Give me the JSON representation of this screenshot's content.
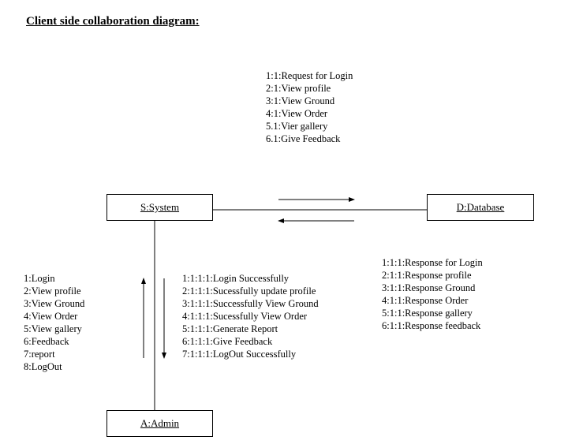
{
  "title": "Client side collaboration diagram:",
  "objects": {
    "system": "S:System",
    "database": "D:Database",
    "admin": "A:Admin"
  },
  "messages": {
    "system_to_database": [
      "1:1:Request for Login",
      "2:1:View profile",
      "3:1:View Ground",
      "4:1:View Order",
      "5.1:Vier gallery",
      "6.1:Give Feedback"
    ],
    "database_to_system": [
      "1:1:1:Response for Login",
      "2:1:1:Response profile",
      "3:1:1:Response Ground",
      "4:1:1:Response  Order",
      "5:1:1:Response  gallery",
      "6:1:1:Response feedback"
    ],
    "admin_to_system": [
      "1:Login",
      "2:View profile",
      "3:View Ground",
      "4:View Order",
      "5:View gallery",
      "6:Feedback",
      "7:report",
      "8:LogOut"
    ],
    "system_to_admin": [
      "1:1:1:1:Login Successfully",
      "2:1:1:1:Sucessfully update profile",
      "3:1:1:1:Successfully View Ground",
      "4:1:1:1:Sucessfully  View Order",
      "5:1:1:1:Generate  Report",
      "6:1:1:1:Give Feedback",
      "7:1:1:1:LogOut Successfully"
    ]
  }
}
